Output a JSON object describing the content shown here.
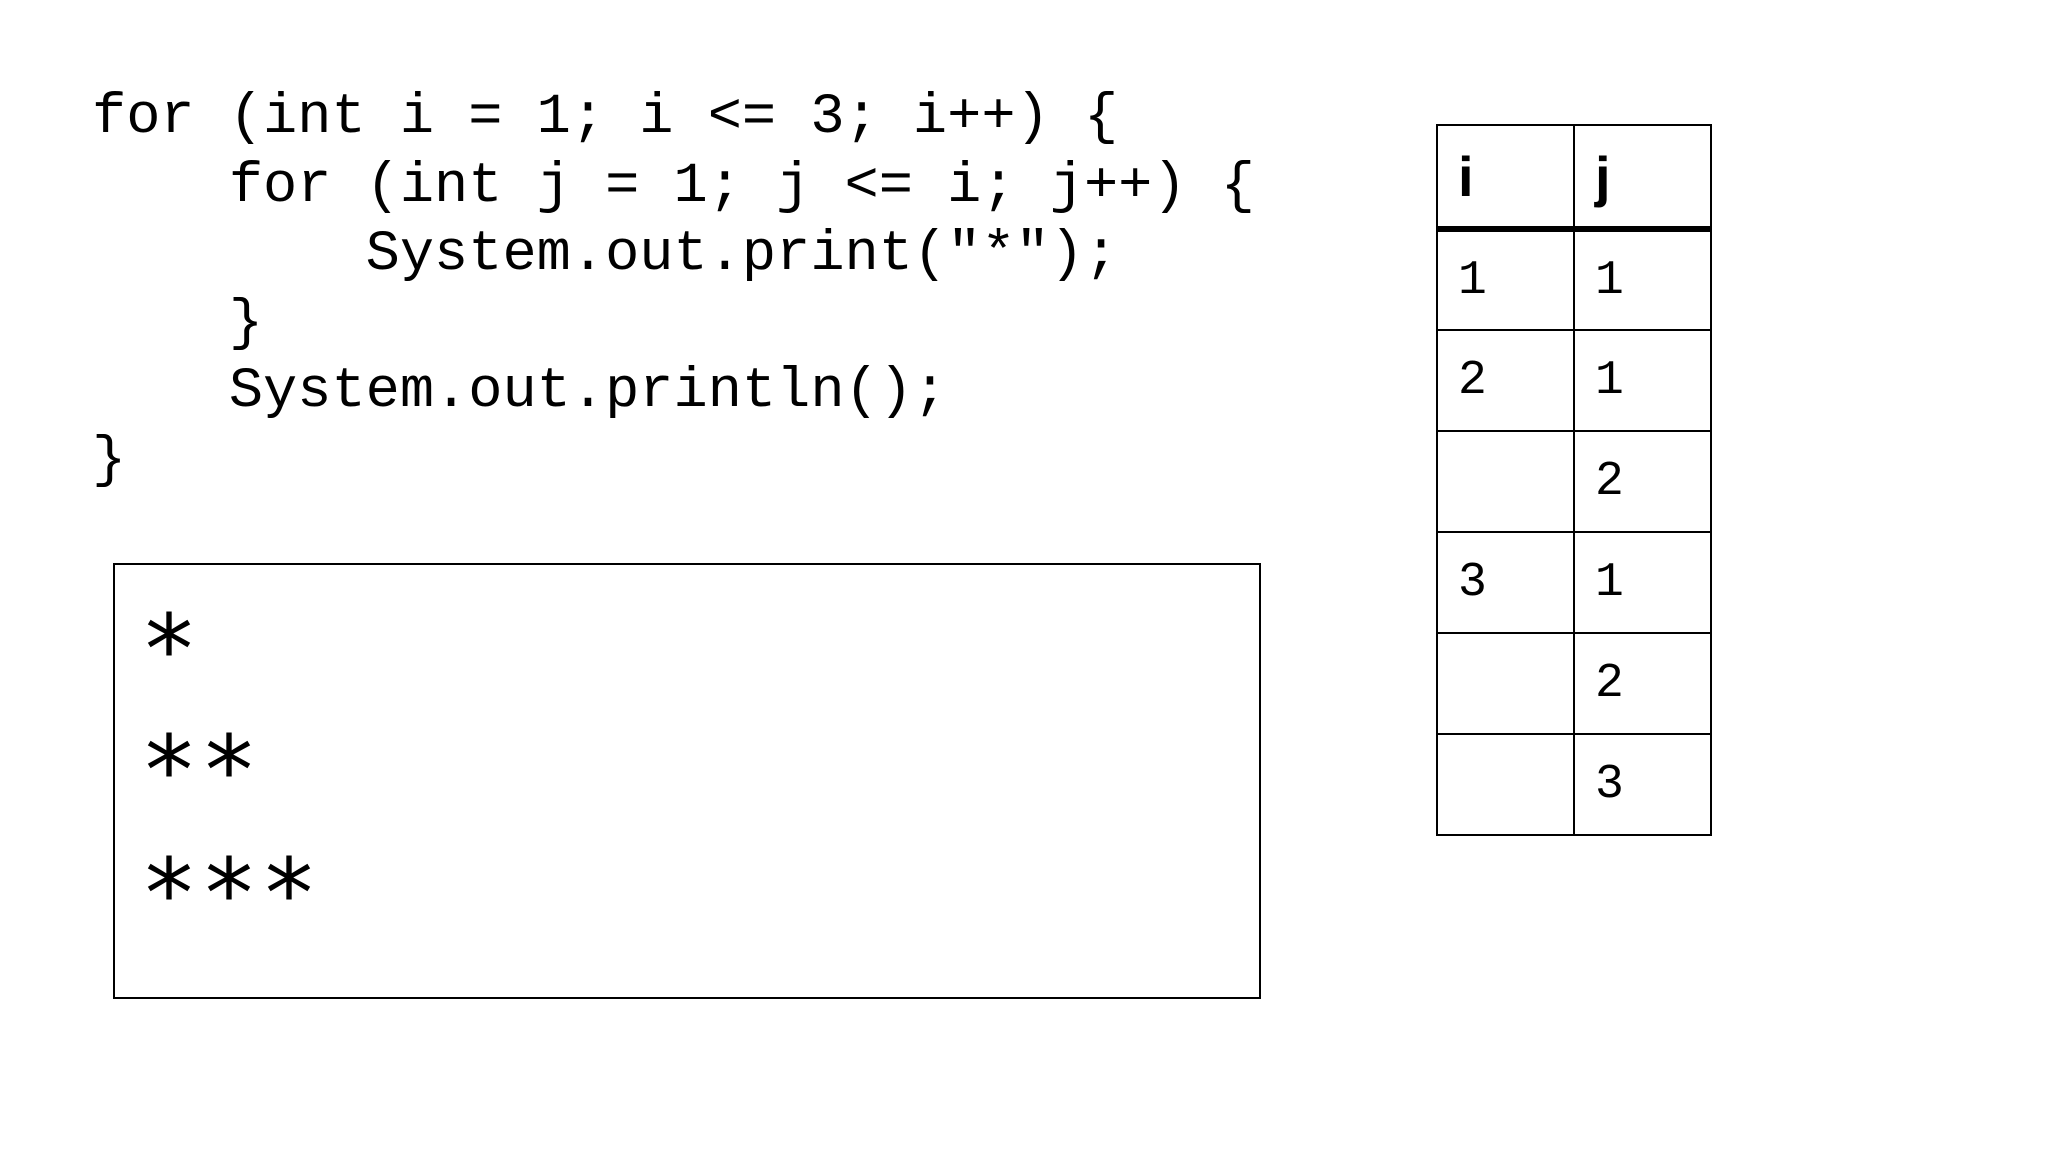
{
  "code": {
    "lines": [
      "for (int i = 1; i <= 3; i++) {",
      "    for (int j = 1; j <= i; j++) {",
      "        System.out.print(\"*\");",
      "    }",
      "    System.out.println();",
      "}"
    ]
  },
  "output": {
    "lines": [
      "*",
      "**",
      "***"
    ]
  },
  "trace_table": {
    "headers": [
      "i",
      "j"
    ],
    "rows": [
      [
        "1",
        "1"
      ],
      [
        "2",
        "1"
      ],
      [
        "",
        "2"
      ],
      [
        "3",
        "1"
      ],
      [
        "",
        "2"
      ],
      [
        "",
        "3"
      ]
    ]
  }
}
